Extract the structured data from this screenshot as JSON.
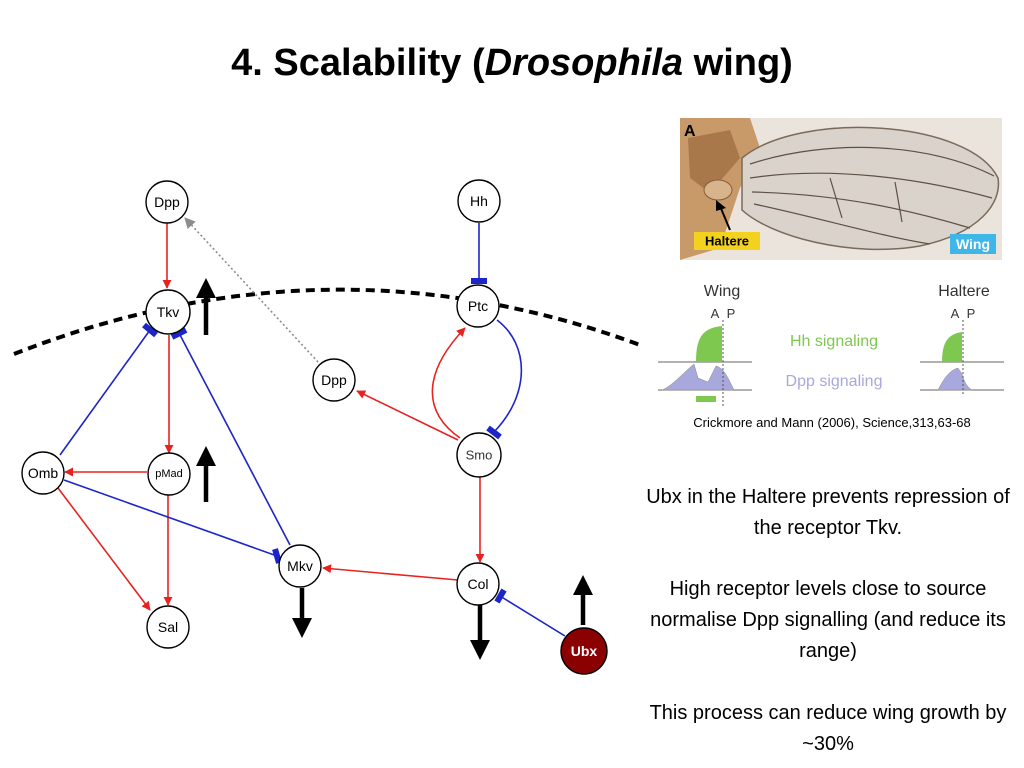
{
  "title": {
    "prefix": "4. Scalability (",
    "italic": "Drosophila",
    "suffix": " wing)"
  },
  "network": {
    "nodes": {
      "dpp_top": "Dpp",
      "hh": "Hh",
      "tkv": "Tkv",
      "ptc": "Ptc",
      "dpp_mid": "Dpp",
      "omb": "Omb",
      "pmad": "pMad",
      "smo": "Smo",
      "mkv": "Mkv",
      "col": "Col",
      "sal": "Sal",
      "ubx": "Ubx"
    },
    "colors": {
      "activation": "#e8231f",
      "inhibition": "#1c25c8",
      "indirect": "#8c8c8c",
      "ubx_fill": "#8b0000",
      "membrane": "#000000"
    },
    "changes": {
      "tkv": "up",
      "pmad": "up",
      "mkv": "down",
      "col": "down",
      "ubx": "up"
    }
  },
  "wing_figure": {
    "panel_letter": "A",
    "haltere_label": "Haltere",
    "wing_label": "Wing",
    "haltere_color": "#f2d21e",
    "wing_label_color": "#3fb6e8"
  },
  "signal_figure": {
    "wing_header": "Wing",
    "haltere_header": "Haltere",
    "ap_label_a": "A",
    "ap_label_p": "P",
    "hh_label": "Hh signaling",
    "dpp_label": "Dpp signaling",
    "hh_color": "#7ec850",
    "dpp_color": "#a9a8dc"
  },
  "citation": "Crickmore and Mann (2006), Science,313,63-68",
  "paragraphs": {
    "p1": "Ubx in the Haltere prevents repression of the receptor Tkv.",
    "p2": "High receptor levels close to source normalise Dpp signalling (and reduce its range)",
    "p3": "This process can reduce wing growth by ~30%"
  }
}
